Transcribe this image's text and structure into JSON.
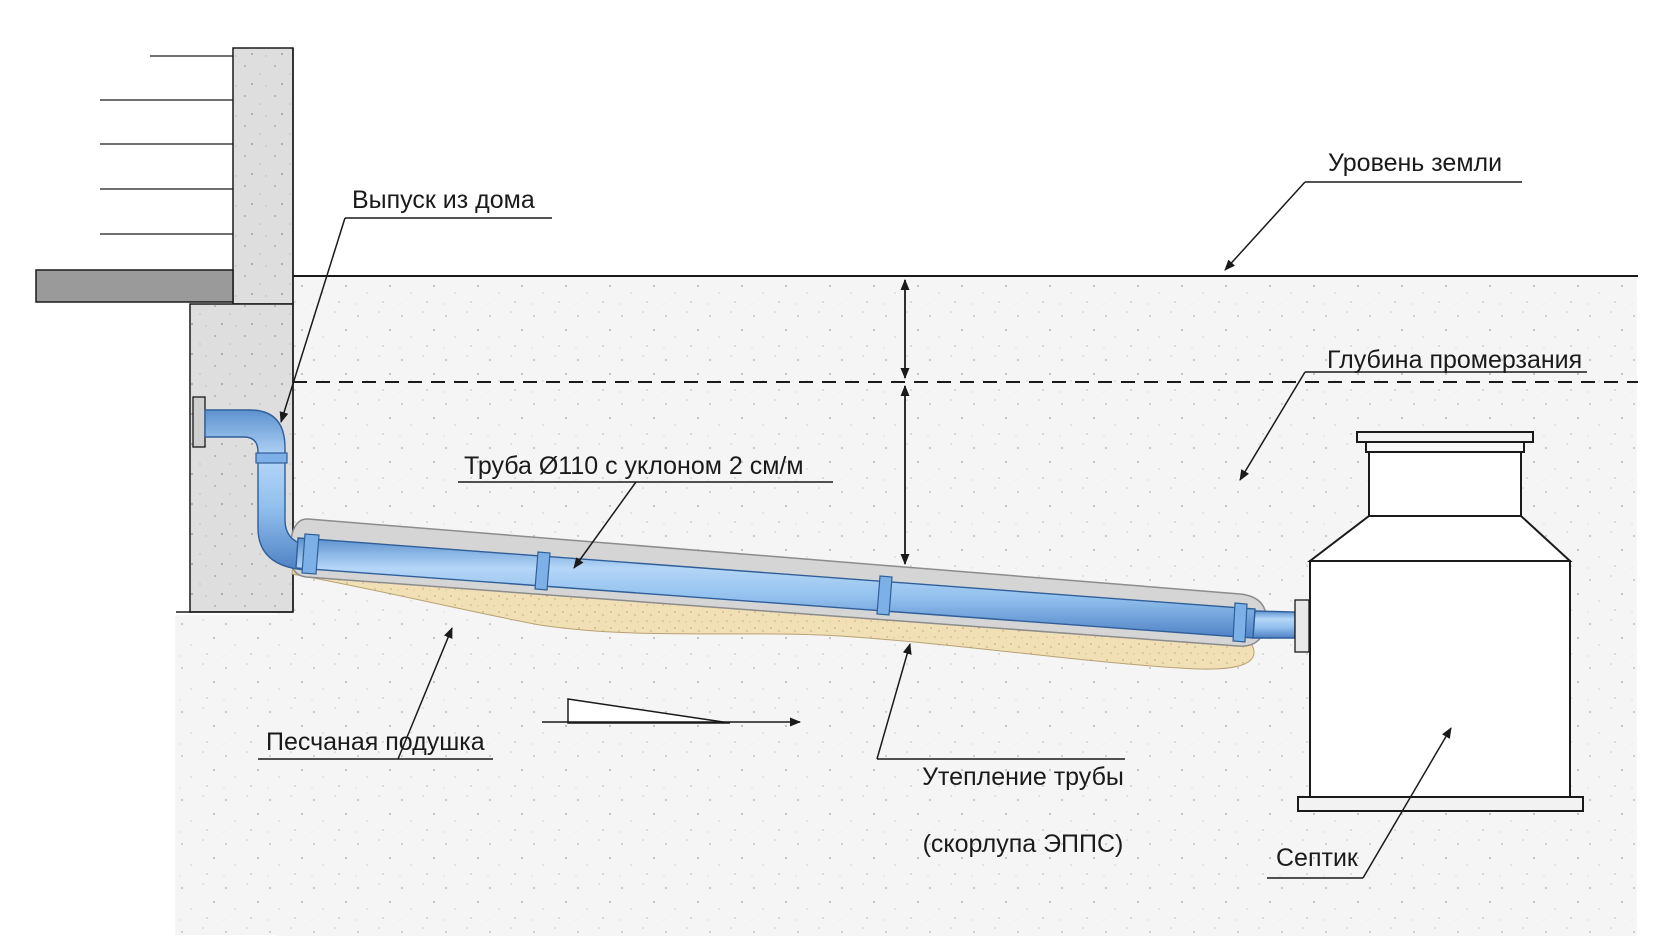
{
  "labels": {
    "house_outlet": "Выпуск из дома",
    "ground_level": "Уровень земли",
    "freezing_depth": "Глубина промерзания",
    "pipe": "Труба Ø110 с уклоном 2 см/м",
    "sand_cushion": "Песчаная подушка",
    "insulation_line1": "Утепление трубы",
    "insulation_line2": "(скорлупа ЭППС)",
    "septic": "Септик"
  },
  "colors": {
    "pipe": "#8fc0f0",
    "pipe_dark": "#4f86c9",
    "soil": "#f4f4f4",
    "sand": "#f0dfb4",
    "insulation": "#d2d2d2",
    "concrete": "#dcdcdc",
    "septic_tank": "#ffffff",
    "lines": "#1a1a1a"
  }
}
